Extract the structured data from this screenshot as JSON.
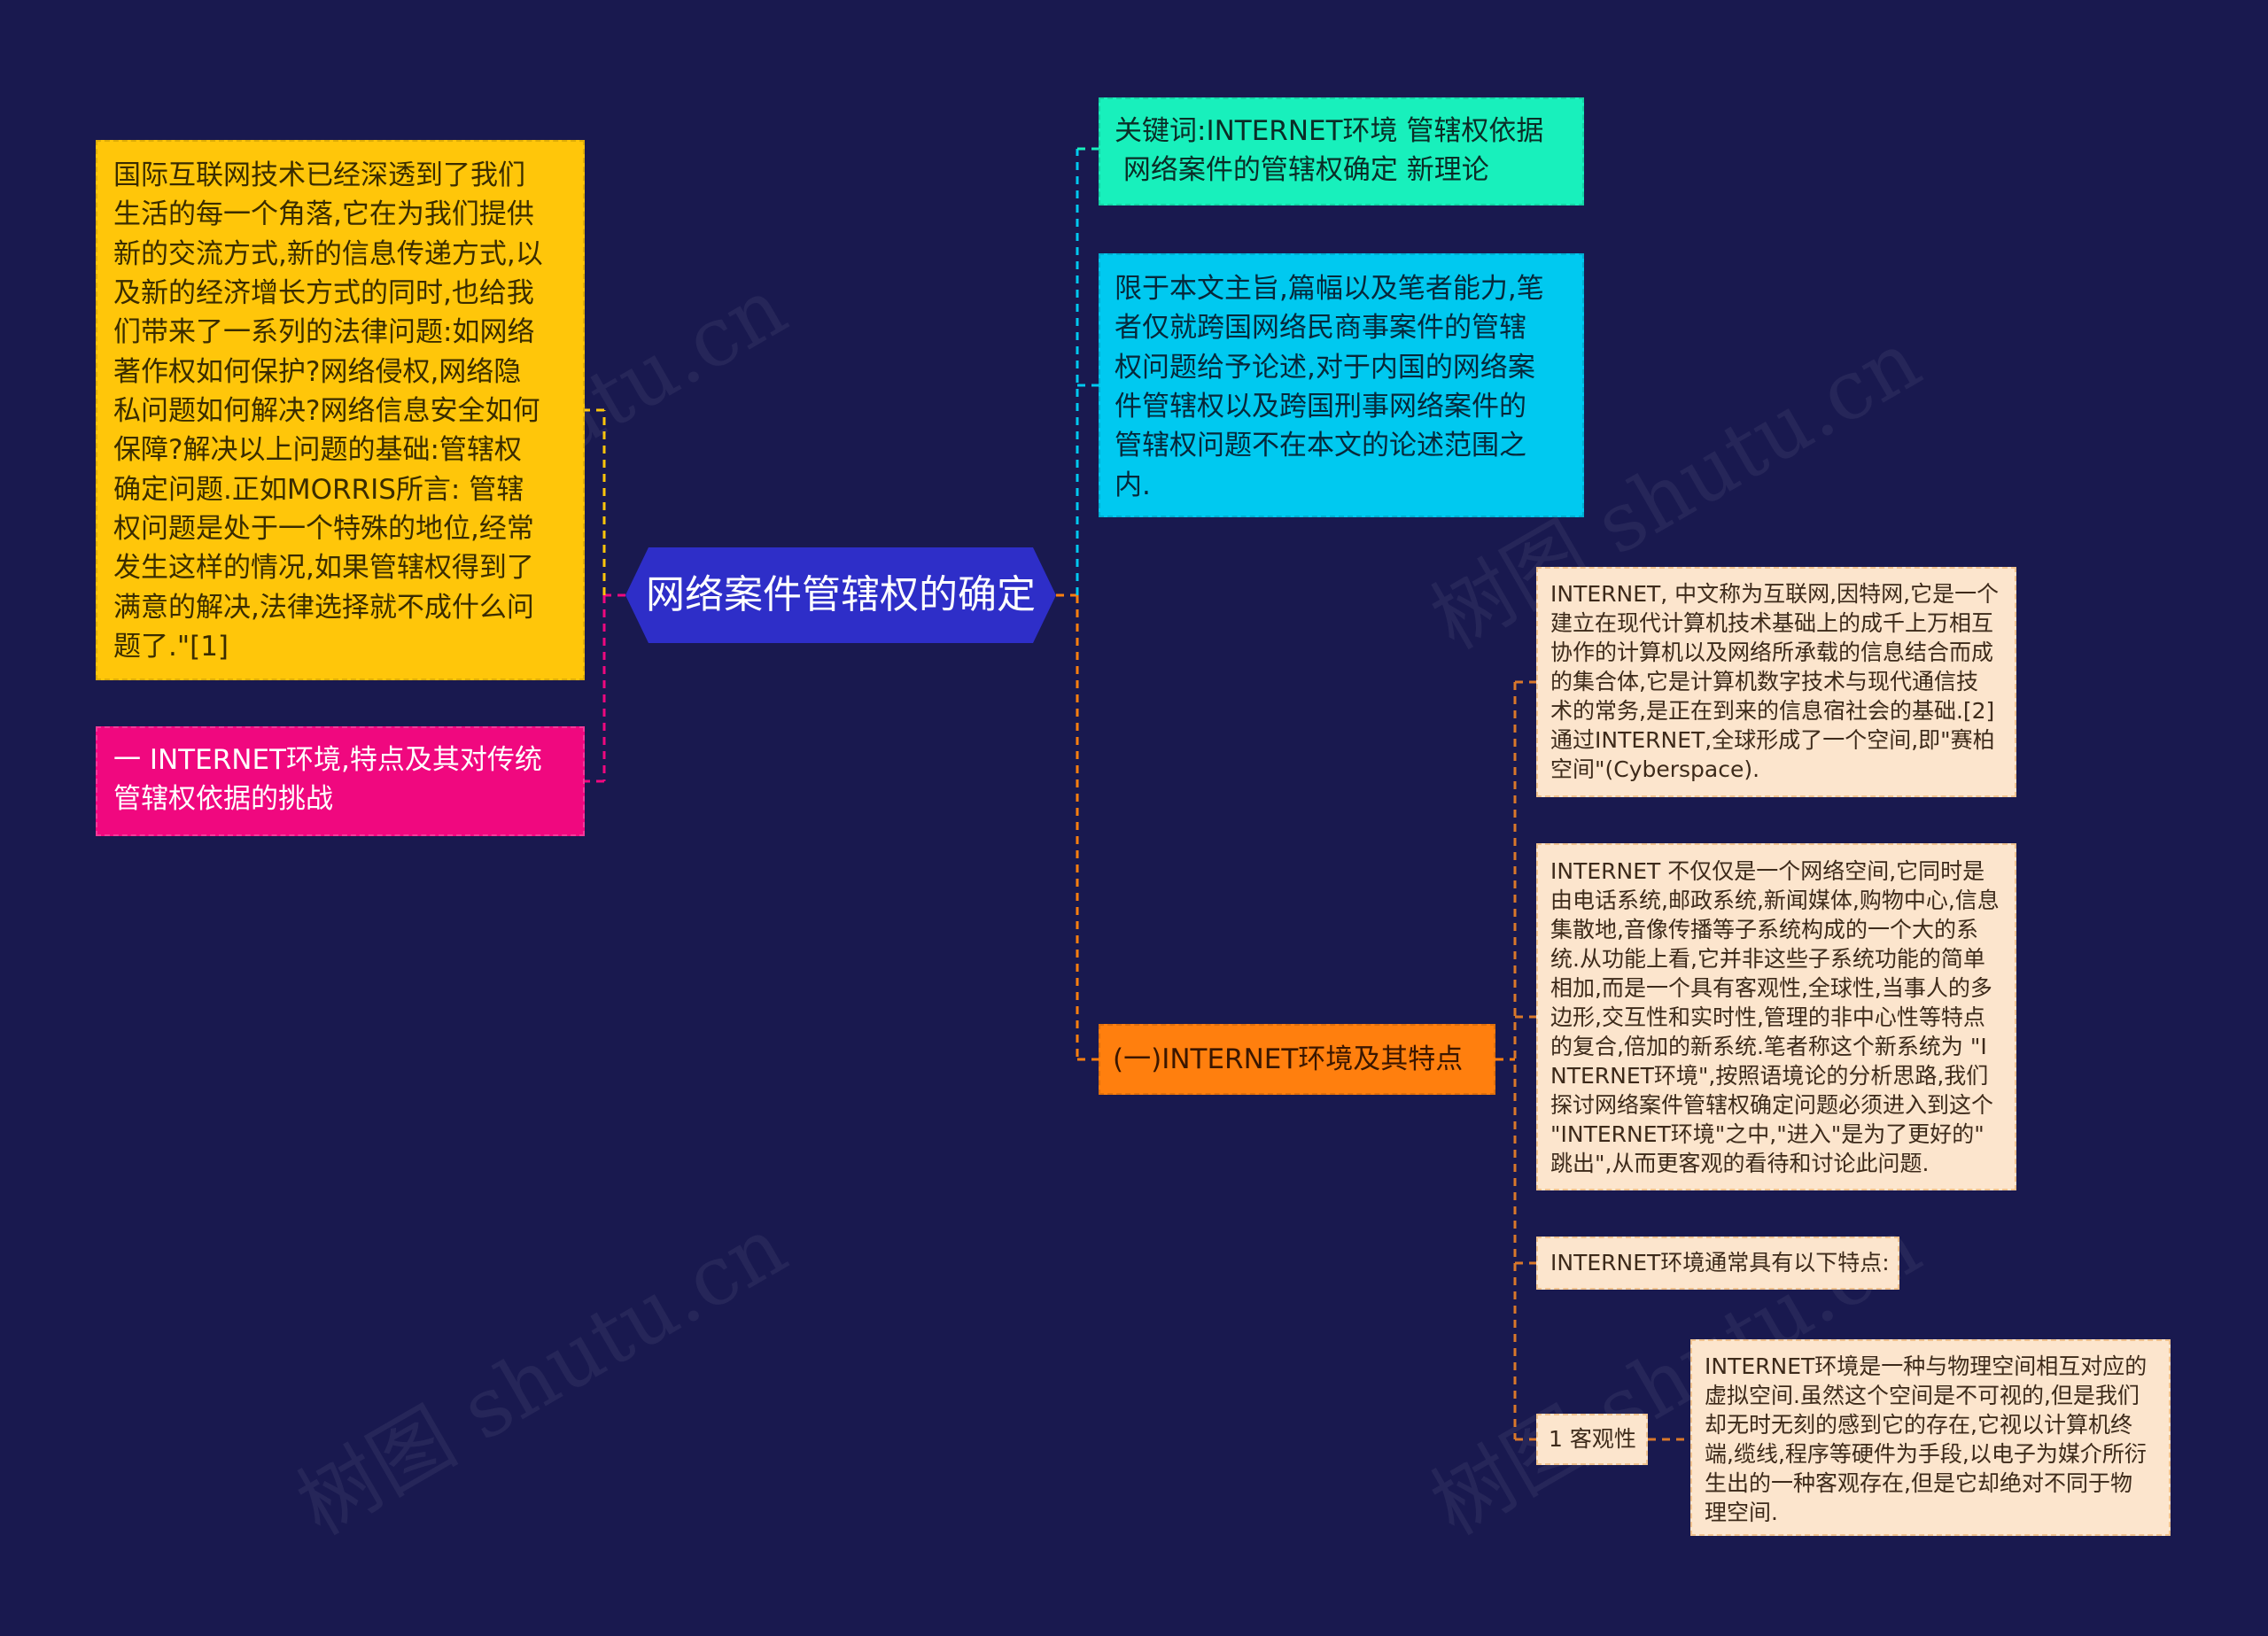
{
  "root": {
    "label": "网络案件管辖权的确定"
  },
  "left_nodes": {
    "intro": {
      "lines": [
        "国际互联网技术已经深透到了我们",
        "生活的每一个角落,它在为我们提供",
        "新的交流方式,新的信息传递方式,以",
        "及新的经济增长方式的同时,也给我",
        "们带来了一系列的法律问题:如网络",
        "著作权如何保护?网络侵权,网络隐",
        "私问题如何解决?网络信息安全如何",
        "保障?解决以上问题的基础:管辖权",
        "确定问题.正如MORRIS所言: 管辖",
        "权问题是处于一个特殊的地位,经常",
        "发生这样的情况,如果管辖权得到了",
        "满意的解决,法律选择就不成什么问",
        "题了.\"[1]"
      ]
    },
    "section1": {
      "lines": [
        "一 INTERNET环境,特点及其对传统",
        "管辖权依据的挑战"
      ]
    }
  },
  "right_nodes": {
    "keywords": {
      "lines": [
        "关键词:INTERNET环境 管辖权依据",
        " 网络案件的管辖权确定 新理论"
      ]
    },
    "scope": {
      "lines": [
        "限于本文主旨,篇幅以及笔者能力,笔",
        "者仅就跨国网络民商事案件的管辖",
        "权问题给予论述,对于内国的网络案",
        "件管辖权以及跨国刑事网络案件的",
        "管辖权问题不在本文的论述范围之",
        "内."
      ]
    },
    "env": {
      "label": "(一)INTERNET环境及其特点",
      "children": {
        "definition": {
          "lines": [
            "INTERNET, 中文称为互联网,因特网,它是一个",
            "建立在现代计算机技术基础上的成千上万相互",
            "协作的计算机以及网络所承载的信息结合而成",
            "的集合体,它是计算机数字技术与现代通信技",
            "术的常务,是正在到来的信息宿社会的基础.[2]",
            "通过INTERNET,全球形成了一个空间,即\"赛柏",
            "空间\"(Cyberspace)."
          ]
        },
        "system": {
          "lines": [
            "INTERNET 不仅仅是一个网络空间,它同时是",
            "由电话系统,邮政系统,新闻媒体,购物中心,信息",
            "集散地,音像传播等子系统构成的一个大的系",
            "统.从功能上看,它并非这些子系统功能的简单",
            "相加,而是一个具有客观性,全球性,当事人的多",
            "边形,交互性和实时性,管理的非中心性等特点",
            "的复合,倍加的新系统.笔者称这个新系统为 \"I",
            "NTERNET环境\",按照语境论的分析思路,我们",
            "探讨网络案件管辖权确定问题必须进入到这个",
            "\"INTERNET环境\"之中,\"进入\"是为了更好的\"",
            "跳出\",从而更客观的看待和讨论此问题."
          ]
        },
        "features": {
          "label": "INTERNET环境通常具有以下特点:"
        },
        "objective": {
          "label": "1 客观性",
          "desc": {
            "lines": [
              "INTERNET环境是一种与物理空间相互对应的",
              "虚拟空间.虽然这个空间是不可视的,但是我们",
              "却无时无刻的感到它的存在,它视以计算机终",
              "端,缆线,程序等硬件为手段,以电子为媒介所衍",
              "生出的一种客观存在,但是它却绝对不同于物",
              "理空间."
            ]
          }
        }
      }
    }
  },
  "watermark": {
    "text": "树图 shutu.cn"
  },
  "colors": {
    "background": "#19194f",
    "root": "#2e2ec8",
    "intro": "#ffc60a",
    "section1": "#f0087f",
    "keywords": "#18f0bc",
    "scope": "#00c9f0",
    "env": "#ff7f0e",
    "leaf": "#fce5cd"
  }
}
